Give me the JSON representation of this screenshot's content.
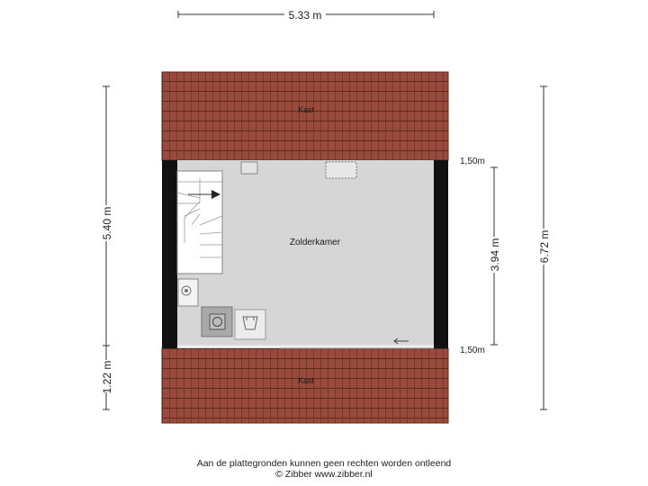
{
  "dimensions": {
    "width_total": "5.33 m",
    "height_left": "5.40 m",
    "height_left_bottom": "1.22 m",
    "height_right_total": "6.72 m",
    "height_right_inner": "3.94 m",
    "right_upper_mark": "1,50m",
    "right_lower_mark": "1,50m"
  },
  "rooms": {
    "top_storage": "Kast",
    "main_room": "Zolderkamer",
    "bottom_storage": "Kast"
  },
  "footer": {
    "disclaimer": "Aan de plattegronden kunnen geen rechten worden ontleend",
    "copyright": "© Zibber www.zibber.nl"
  },
  "colors": {
    "roof_tile": "#9a4a3a",
    "roof_line": "#5e2a20",
    "floor": "#d6d6d6",
    "wall": "#111111",
    "dimension_line": "#333333"
  },
  "icons": [
    "staircase",
    "boiler",
    "washing-machine",
    "dryer",
    "arrow-left"
  ]
}
